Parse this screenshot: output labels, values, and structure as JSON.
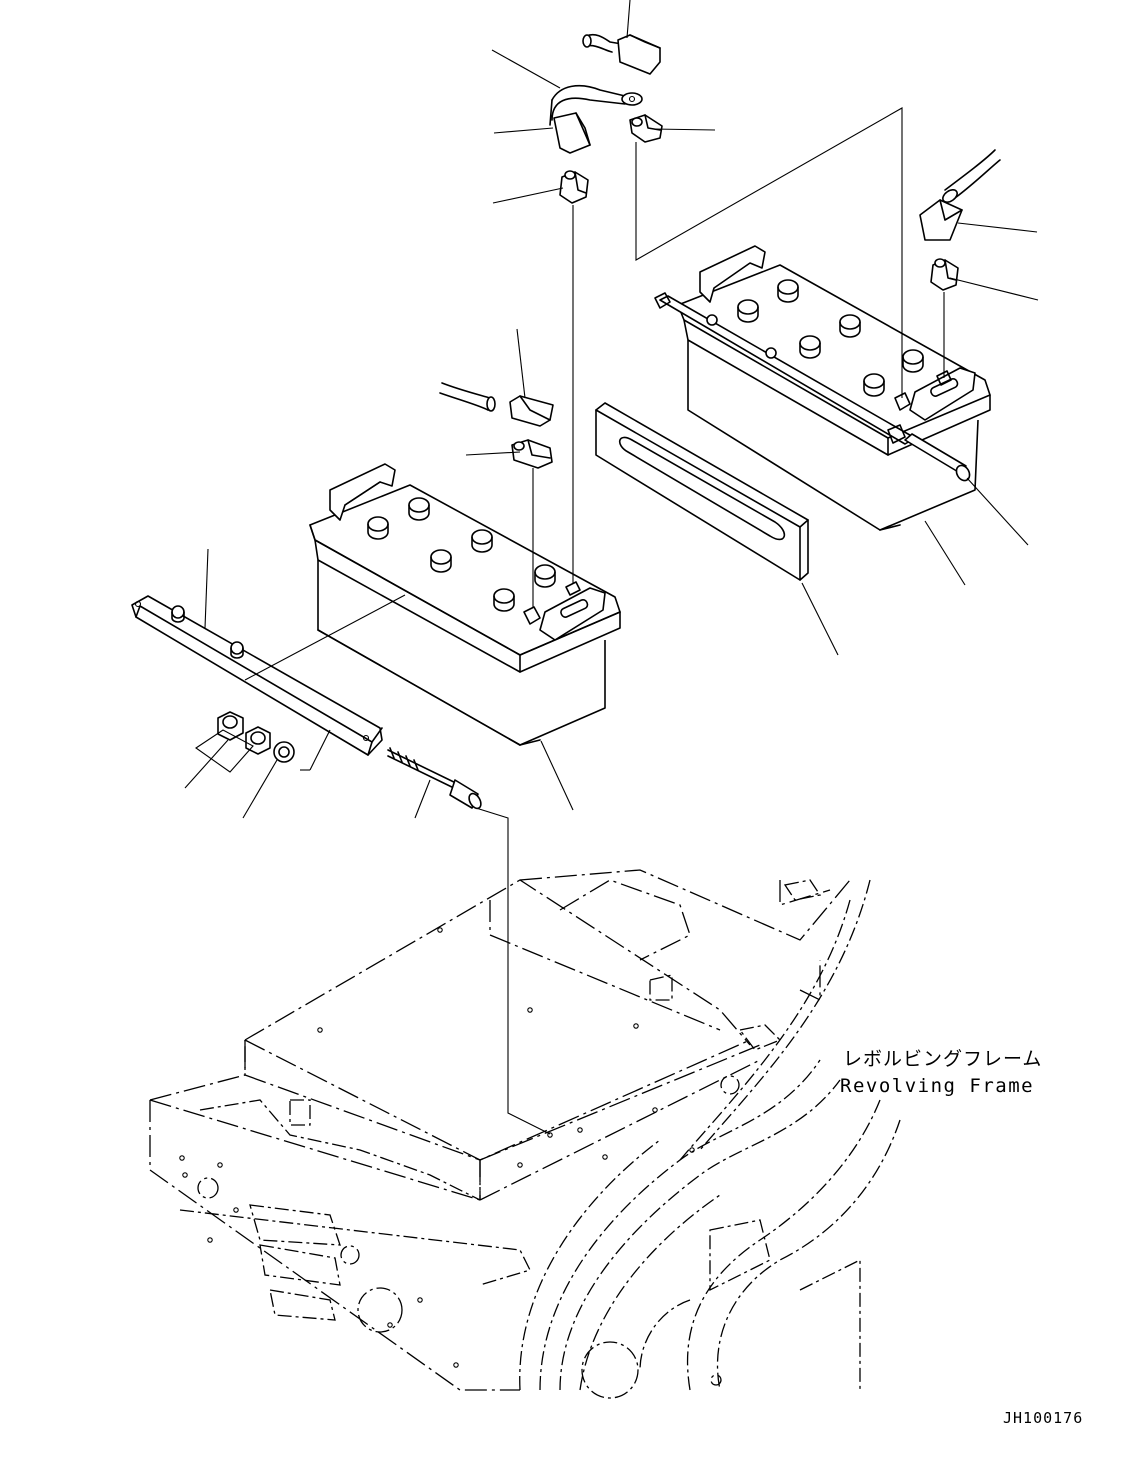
{
  "diagram": {
    "frame_label_jp": "レボルビングフレーム",
    "frame_label_en": "Revolving Frame",
    "drawing_number": "JH100176"
  }
}
